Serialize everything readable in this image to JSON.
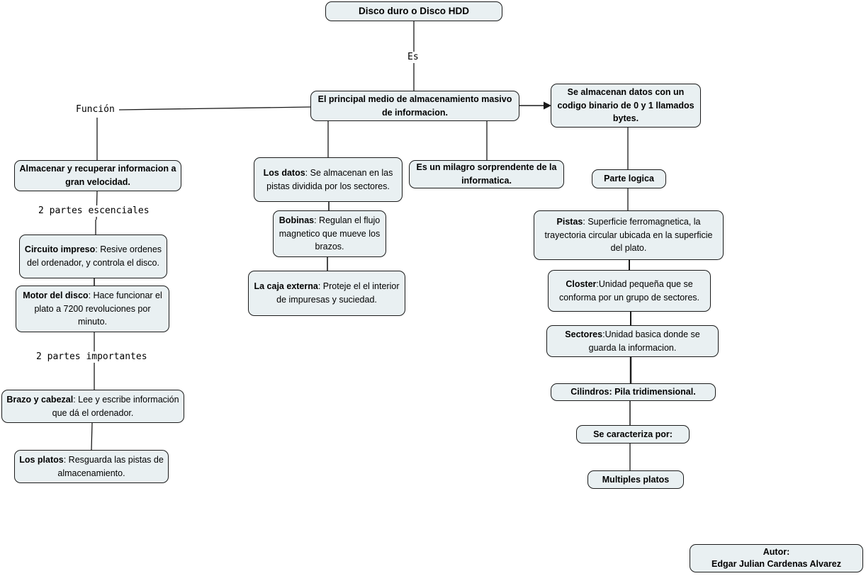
{
  "colors": {
    "background": "#ffffff",
    "box_fill": "#e9f0f2",
    "box_border": "#1b1b1b",
    "connector": "#1a1a1a"
  },
  "labels": {
    "es": "Es",
    "funcion": "Función",
    "partes_escenciales": "2 partes escenciales",
    "partes_importantes": "2 partes importantes"
  },
  "nodes": {
    "root": {
      "text": "Disco duro o Disco HDD"
    },
    "main": {
      "text": "El principal medio de almacenamiento masivo de informacion."
    },
    "bytes": {
      "text": "Se almacenan datos con un codigo binario de 0 y 1 llamados bytes."
    },
    "almacenar": {
      "text": "Almacenar y recuperar informacion a gran velocidad."
    },
    "circuito": {
      "lead": "Circuito impreso",
      "rest": ": Resive ordenes del ordenador, y controla el disco."
    },
    "motor": {
      "lead": "Motor del disco",
      "rest": ": Hace funcionar el plato a 7200 revoluciones por minuto."
    },
    "brazo": {
      "lead": "Brazo y cabezal",
      "rest": ": Lee y escribe información que dá el ordenador."
    },
    "platos": {
      "lead": "Los platos",
      "rest": ": Resguarda las pistas de almacenamiento."
    },
    "datos": {
      "lead": "Los datos",
      "rest": ": Se almacenan en las pistas dividida por los sectores."
    },
    "bobinas": {
      "lead": "Bobinas",
      "rest": ": Regulan el flujo magnetico que mueve los brazos."
    },
    "caja": {
      "lead": "La caja externa",
      "rest": ": Proteje el el interior de impuresas y suciedad."
    },
    "milagro": {
      "text": "Es un milagro sorprendente de la informatica."
    },
    "parte_logica": {
      "text": "Parte logica"
    },
    "pistas": {
      "lead": "Pistas",
      "rest": ": Superficie ferromagnetica, la trayectoria circular ubicada en la superficie del plato."
    },
    "closter": {
      "lead": "Closter",
      "rest": ":Unidad pequeña que se conforma por un grupo de sectores."
    },
    "sectores": {
      "lead": "Sectores",
      "rest": ":Unidad basica donde se guarda la informacion."
    },
    "cilindros": {
      "text": "Cilindros: Pila tridimensional."
    },
    "caracteriza": {
      "text": "Se caracteriza por:"
    },
    "multiples": {
      "text": "Multiples platos"
    },
    "autor": {
      "line1": "Autor:",
      "line2": "Edgar Julian Cardenas Alvarez"
    }
  }
}
